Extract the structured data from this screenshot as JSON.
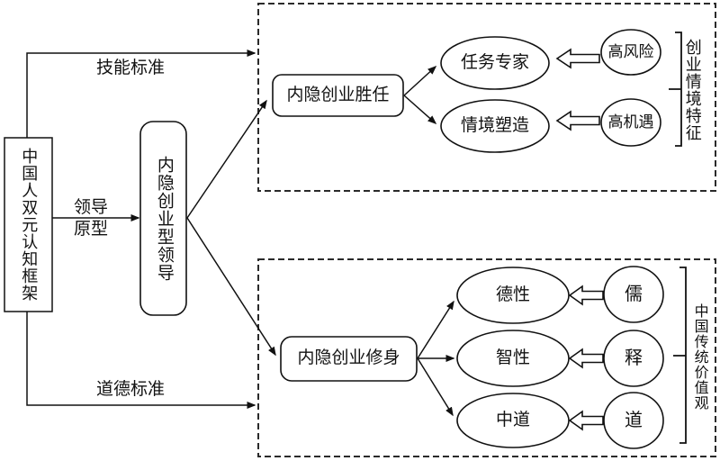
{
  "diagram": {
    "left_box": {
      "label": "中国人双元认知框架"
    },
    "center_box": {
      "label": "内隐创业型领导"
    },
    "edges": {
      "skill": "技能标准",
      "leader_top": "领导",
      "leader_bottom": "原型",
      "moral": "道德标准"
    },
    "competence_group": {
      "hub": "内隐创业胜任",
      "outcomes": [
        "任务专家",
        "情境塑造"
      ],
      "antecedents": [
        "高风险",
        "高机遇"
      ],
      "bracket_label": "创业情境特征"
    },
    "cultivation_group": {
      "hub": "内隐创业修身",
      "outcomes": [
        "德性",
        "智性",
        "中道"
      ],
      "antecedents": [
        "儒",
        "释",
        "道"
      ],
      "bracket_label": "中国传统价值观"
    },
    "colors": {
      "line": "#1a1a1a",
      "background": "#ffffff"
    }
  }
}
